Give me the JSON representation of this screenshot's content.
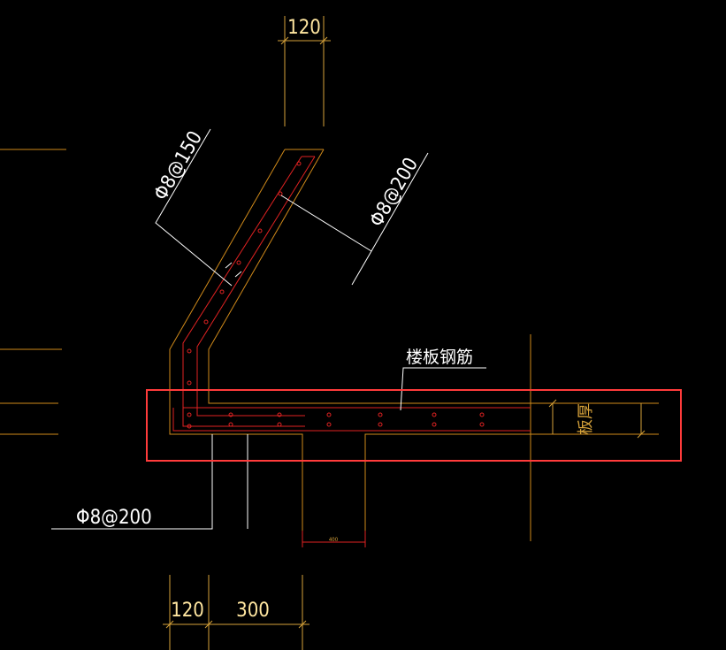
{
  "colors": {
    "background": "#000000",
    "outline": "#d08a1a",
    "rebar": "#e02222",
    "dimension": "#d6a23a",
    "leader": "#ffffff",
    "highlight": "#ff3b3b",
    "text_yellow": "#ffe6a0",
    "text_white": "#ffffff"
  },
  "labels": {
    "top_dim": "120",
    "bottom_dim_left": "120",
    "bottom_dim_right": "300",
    "small_dim": "400",
    "diag_left_rebar": "Φ8@150",
    "diag_right_rebar": "Φ8@200",
    "bottom_rebar": "Φ8@200",
    "slab_rebar": "楼板钢筋",
    "slab_thickness": "板厚"
  }
}
